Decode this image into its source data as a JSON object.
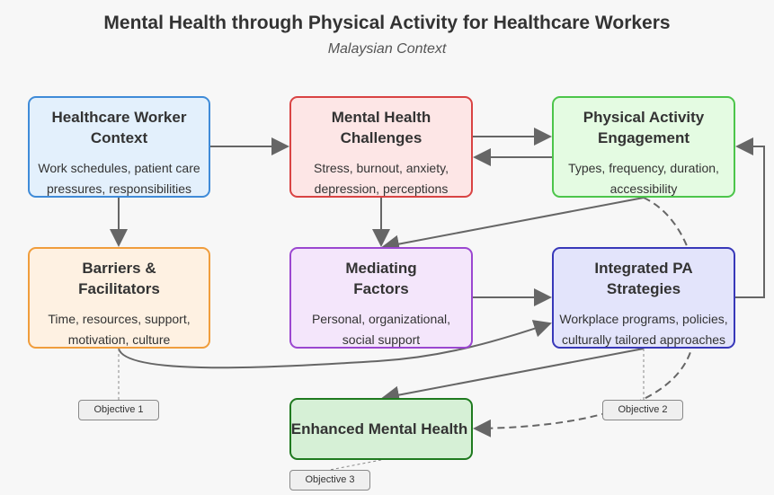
{
  "title": "Mental Health through Physical Activity for Healthcare Workers",
  "subtitle": "Malaysian Context",
  "nodes": {
    "context": {
      "title_line1": "Healthcare Worker",
      "title_line2": "Context",
      "desc_line1": "Work schedules, patient care",
      "desc_line2": "pressures, responsibilities"
    },
    "challenges": {
      "title_line1": "Mental Health",
      "title_line2": "Challenges",
      "desc_line1": "Stress, burnout, anxiety,",
      "desc_line2": "depression, perceptions"
    },
    "engagement": {
      "title_line1": "Physical Activity",
      "title_line2": "Engagement",
      "desc_line1": "Types, frequency, duration,",
      "desc_line2": "accessibility"
    },
    "barriers": {
      "title_line1": "Barriers &",
      "title_line2": "Facilitators",
      "desc_line1": "Time, resources, support,",
      "desc_line2": "motivation, culture"
    },
    "mediating": {
      "title_line1": "Mediating",
      "title_line2": "Factors",
      "desc_line1": "Personal, organizational,",
      "desc_line2": "social support"
    },
    "strategies": {
      "title_line1": "Integrated PA",
      "title_line2": "Strategies",
      "desc_line1": "Workplace programs, policies,",
      "desc_line2": "culturally tailored approaches"
    },
    "outcome": {
      "title": "Enhanced Mental Health"
    }
  },
  "objectives": [
    "Objective 1",
    "Objective 2",
    "Objective 3"
  ],
  "colors": {
    "link": "#666666",
    "context_border": "#3f8bd8",
    "challenges_border": "#d94343",
    "engagement_border": "#4cc54a",
    "barriers_border": "#f09d3c",
    "mediating_border": "#9b47d0",
    "strategies_border": "#3838b9",
    "outcome_border": "#1f7a1f"
  }
}
